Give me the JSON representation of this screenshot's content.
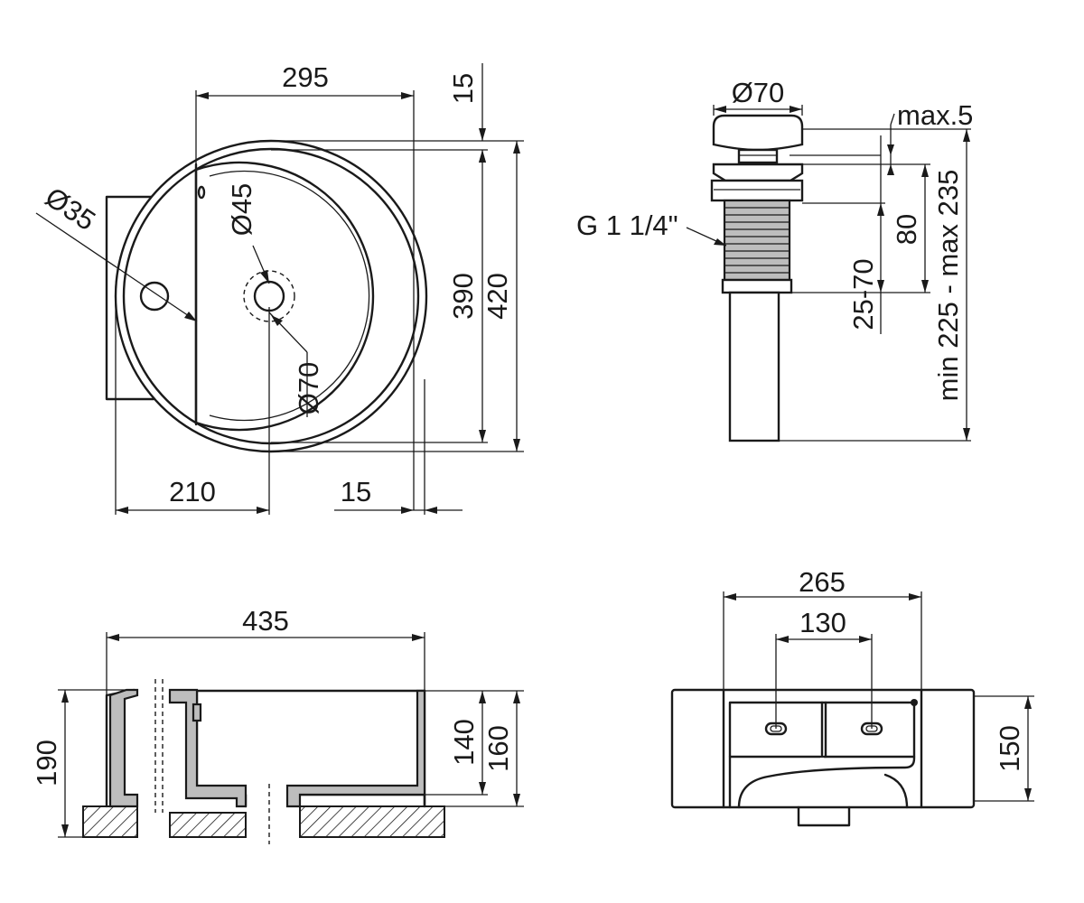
{
  "top_view": {
    "dim_295": "295",
    "dim_15_top": "15",
    "dim_d35": "Ø35",
    "dim_d45": "Ø45",
    "dim_d70": "Ø70",
    "dim_390": "390",
    "dim_420": "420",
    "dim_210": "210",
    "dim_15_bottom": "15"
  },
  "drain_view": {
    "dim_d70": "Ø70",
    "dim_max5": "max.5",
    "dim_thread": "G 1 1/4\"",
    "dim_80": "80",
    "dim_25_70": "25-70",
    "dim_range": "min 225 - max 235"
  },
  "section_view": {
    "dim_435": "435",
    "dim_190": "190",
    "dim_140": "140",
    "dim_160": "160"
  },
  "rear_view": {
    "dim_265": "265",
    "dim_130": "130",
    "dim_150": "150"
  }
}
